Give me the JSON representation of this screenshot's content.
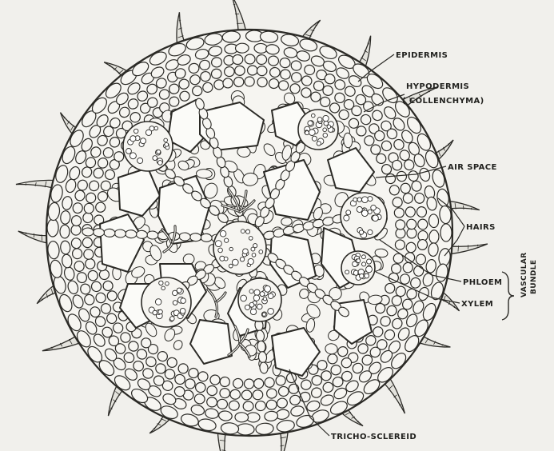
{
  "labels": {
    "epidermis": "EPIDERMIS",
    "hypodermis_1": "HYPODERMIS",
    "hypodermis_2": "( COLLENCHYMA)",
    "air_space": "AIR SPACE",
    "hairs": "HAIRS",
    "phloem": "PHLOEM",
    "xylem": "XYLEM",
    "vascular_bundle_1": "VASCULAR",
    "vascular_bundle_2": "BUNDLE",
    "tricho_sclereid": "TRICHO-SCLEREID"
  },
  "colors": {
    "paper": "#f1f0ec",
    "ink": "#2b2a26",
    "cell_fill": "#f6f5f1"
  }
}
